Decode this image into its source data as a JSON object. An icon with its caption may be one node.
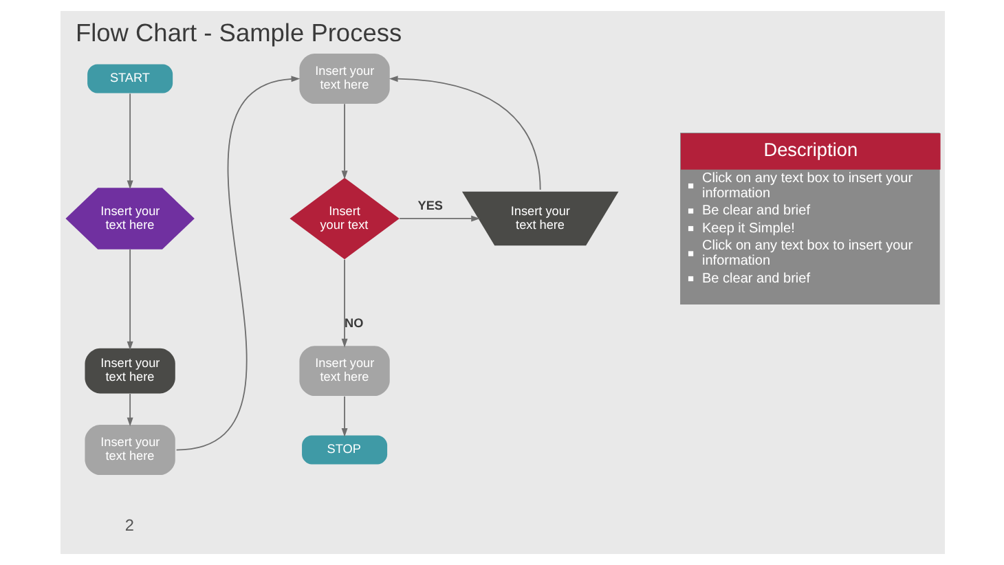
{
  "diagram": {
    "title": "Flow Chart - Sample Process",
    "nodes": [
      {
        "text": [
          "START"
        ]
      },
      {
        "text": [
          "Insert your text here"
        ]
      },
      {
        "text": [
          "Insert your text here"
        ]
      },
      {
        "text": [
          "Insert your text here"
        ]
      },
      {
        "text": [
          "Insert your text here"
        ]
      },
      {
        "text": [
          "Insert your text"
        ]
      },
      {
        "text": [
          "Insert your text here"
        ]
      },
      {
        "text": [
          "Insert your text here"
        ]
      },
      {
        "text": [
          "STOP"
        ]
      },
      {
        "text": [
          "Description",
          "Click on any text box to insert your information",
          "Be clear and brief",
          "Keep it Simple!",
          "Click on any text box to insert your information",
          "Be clear and brief"
        ]
      }
    ],
    "edges": [
      {
        "from": 0,
        "to": 1,
        "arrow": "to"
      },
      {
        "from": 1,
        "to": 2,
        "arrow": "to"
      },
      {
        "from": 2,
        "to": 3,
        "arrow": "to"
      },
      {
        "from": 3,
        "to": 4,
        "arrow": "to"
      },
      {
        "from": 4,
        "to": 5,
        "arrow": "to"
      },
      {
        "from": 5,
        "to": 6,
        "arrow": "to",
        "label": "YES"
      },
      {
        "from": 6,
        "to": 4,
        "arrow": "to"
      },
      {
        "from": 5,
        "to": 7,
        "arrow": "to",
        "label": "NO"
      },
      {
        "from": 7,
        "to": 8,
        "arrow": "to"
      }
    ],
    "labels": [
      "2"
    ]
  }
}
